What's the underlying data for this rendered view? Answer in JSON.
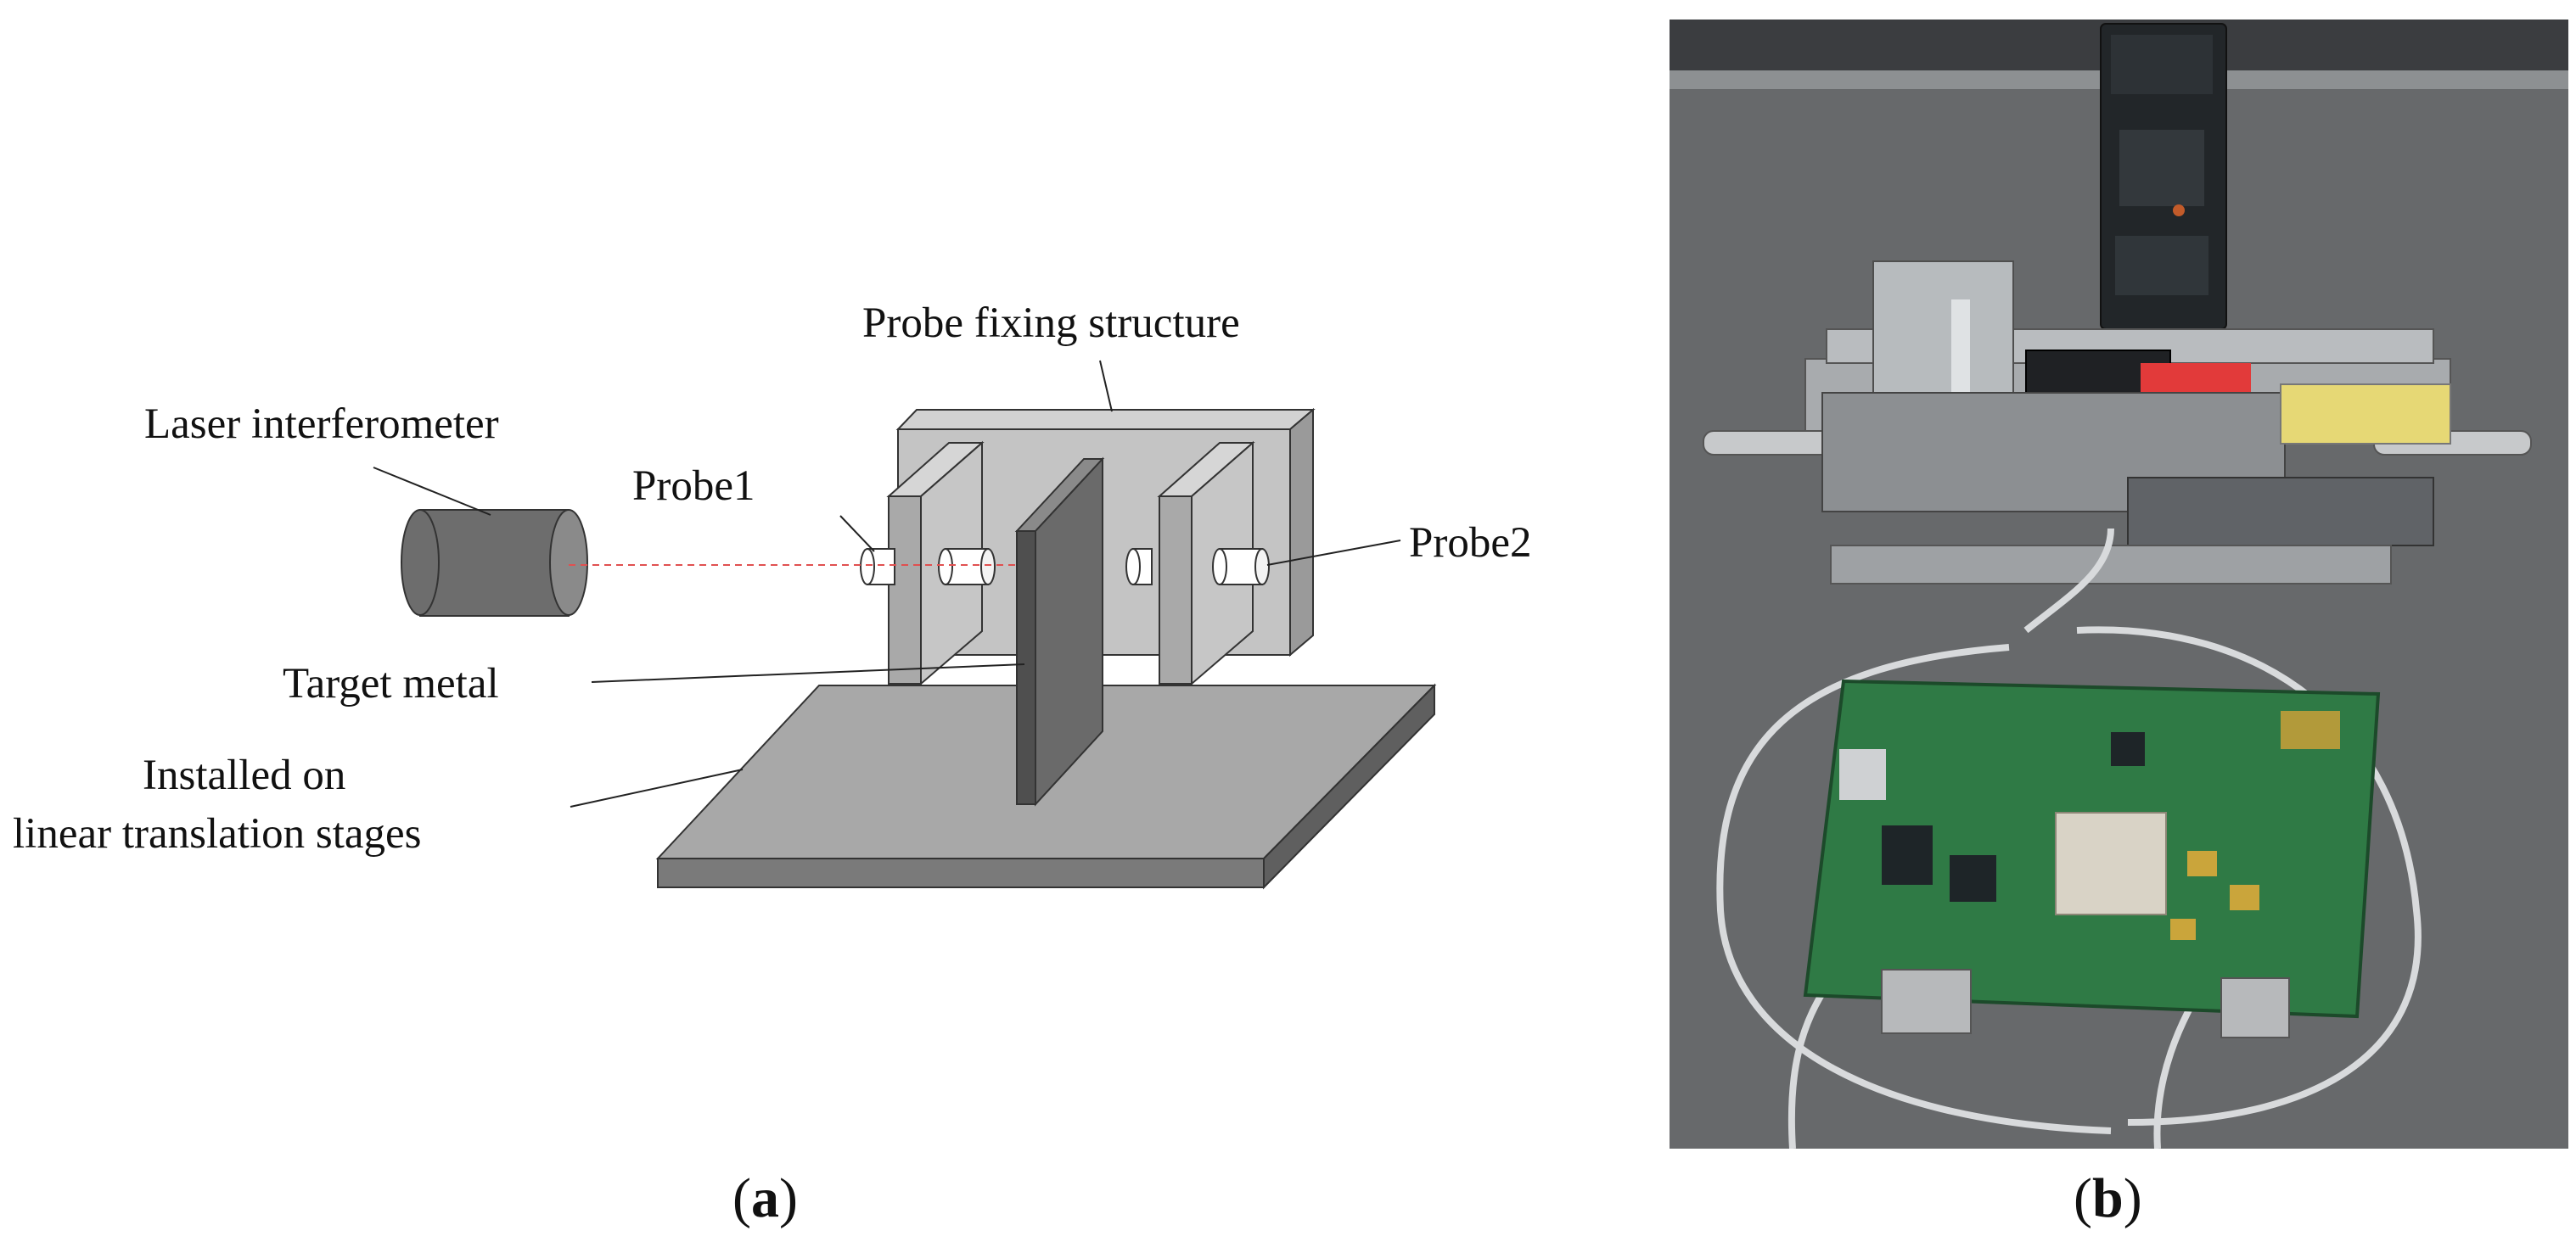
{
  "panel_a": {
    "labels": {
      "probe_fixing_structure": "Probe fixing structure",
      "laser_interferometer": "Laser interferometer",
      "probe1": "Probe1",
      "probe2": "Probe2",
      "target_metal": "Target metal",
      "installed_line1": "Installed on",
      "installed_line2": "linear translation stages"
    },
    "caption_letter": "a"
  },
  "panel_b": {
    "caption_letter": "b"
  },
  "colors": {
    "plate_light": "#c6c6c6",
    "plate_mid": "#a6a6a6",
    "plate_dark": "#7c7c7c",
    "laser_body": "#6a6a6a",
    "target_metal": "#5a5a5a",
    "laser_beam": "#e05050",
    "table_top": "#9c9c9c",
    "photo_floor": "#65686b",
    "pcb_green": "#2f7a45"
  }
}
